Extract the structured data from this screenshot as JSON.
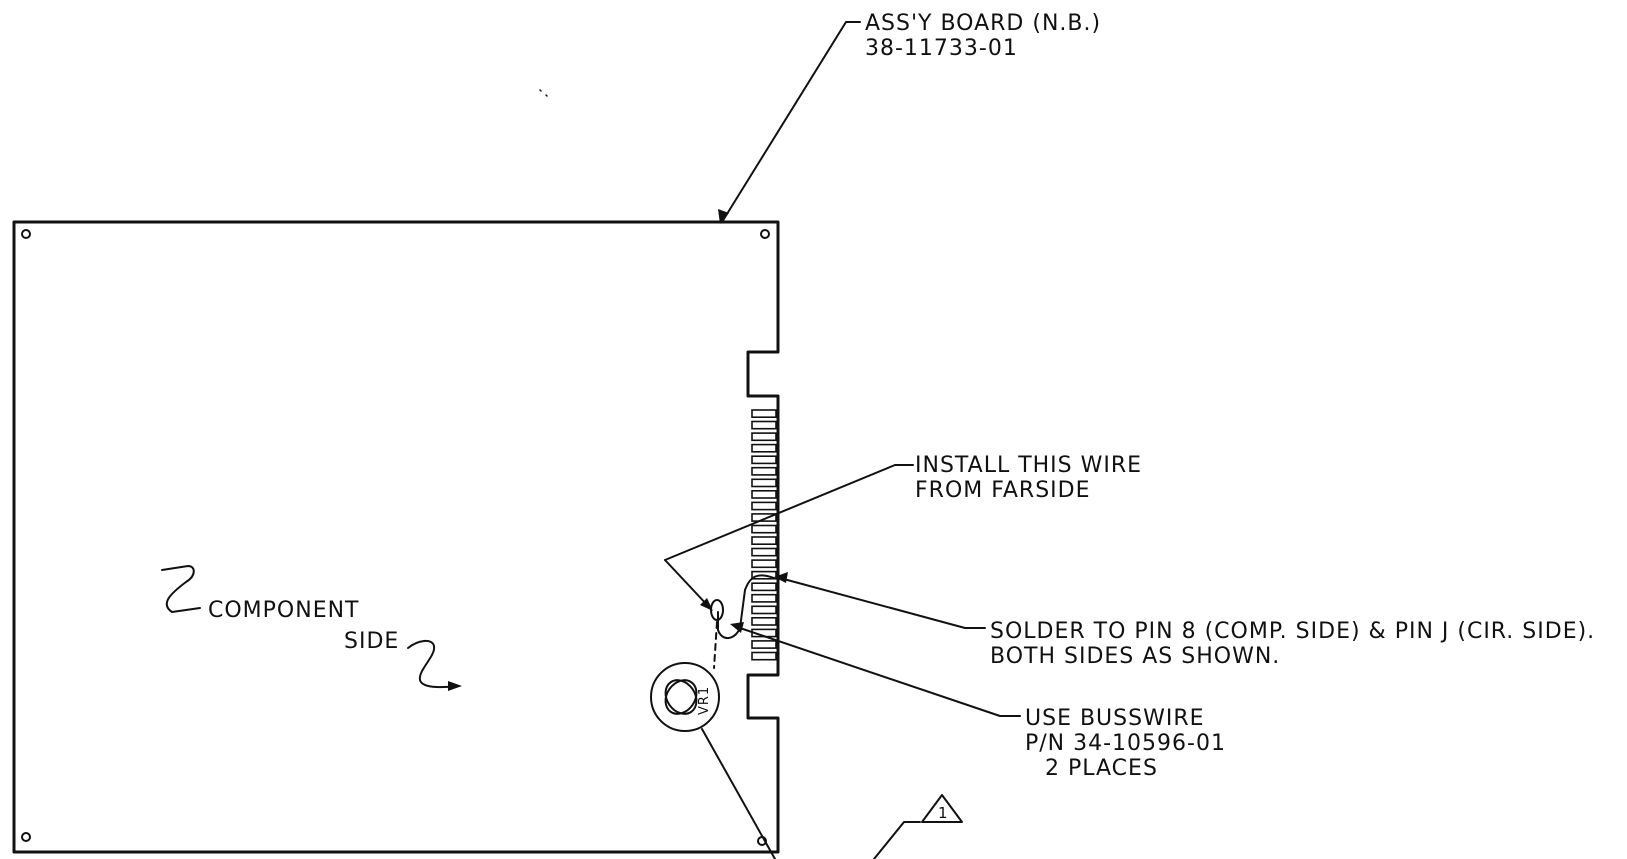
{
  "callouts": {
    "assy_board_line1": "ASS'Y BOARD (N.B.)",
    "assy_board_line2": "38-11733-01",
    "install_wire_line1": "INSTALL THIS WIRE",
    "install_wire_line2": "FROM FARSIDE",
    "solder_line1": "SOLDER TO PIN 8 (COMP. SIDE) & PIN J (CIR. SIDE).",
    "solder_line2": "BOTH SIDES AS SHOWN.",
    "busswire_line1": "USE BUSSWIRE",
    "busswire_line2": "P/N 34-10596-01",
    "busswire_line3": "2 PLACES",
    "component_label": "COMPONENT",
    "side_label": "SIDE",
    "revision_flag": "1",
    "part_marker": "VR1"
  },
  "connector": {
    "finger_count": 22
  },
  "icons": {
    "revision": "triangle-flag-icon",
    "mount_hole": "circle-hole-icon"
  }
}
